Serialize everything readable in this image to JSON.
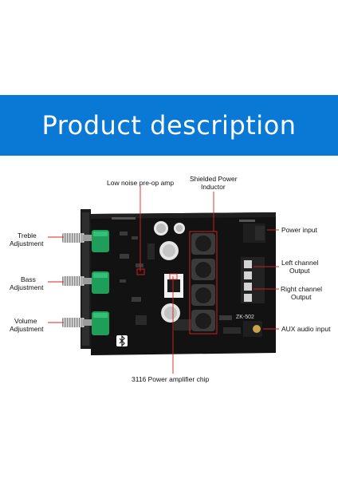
{
  "banner": {
    "title": "Product description",
    "color": "#0a79d6"
  },
  "labels": {
    "preop": "Low noise pre-op amp",
    "inductor_1": "Shielded Power",
    "inductor_2": "Inductor",
    "treble_1": "Treble",
    "treble_2": "Adjustment",
    "bass_1": "Bass",
    "bass_2": "Adjustment",
    "volume_1": "Volume",
    "volume_2": "Adjustment",
    "power_input": "Power input",
    "left_1": "Left channel",
    "left_2": "Output",
    "right_1": "Right channel",
    "right_2": "Output",
    "aux": "AUX audio input",
    "chip": "3116 Power amplifier chip"
  },
  "board": {
    "model": "ZK-502"
  },
  "colors": {
    "callout": "#e02020",
    "pcb": "#121212",
    "knob": "#1f9e5a"
  },
  "icons": [
    "bluetooth-icon"
  ]
}
